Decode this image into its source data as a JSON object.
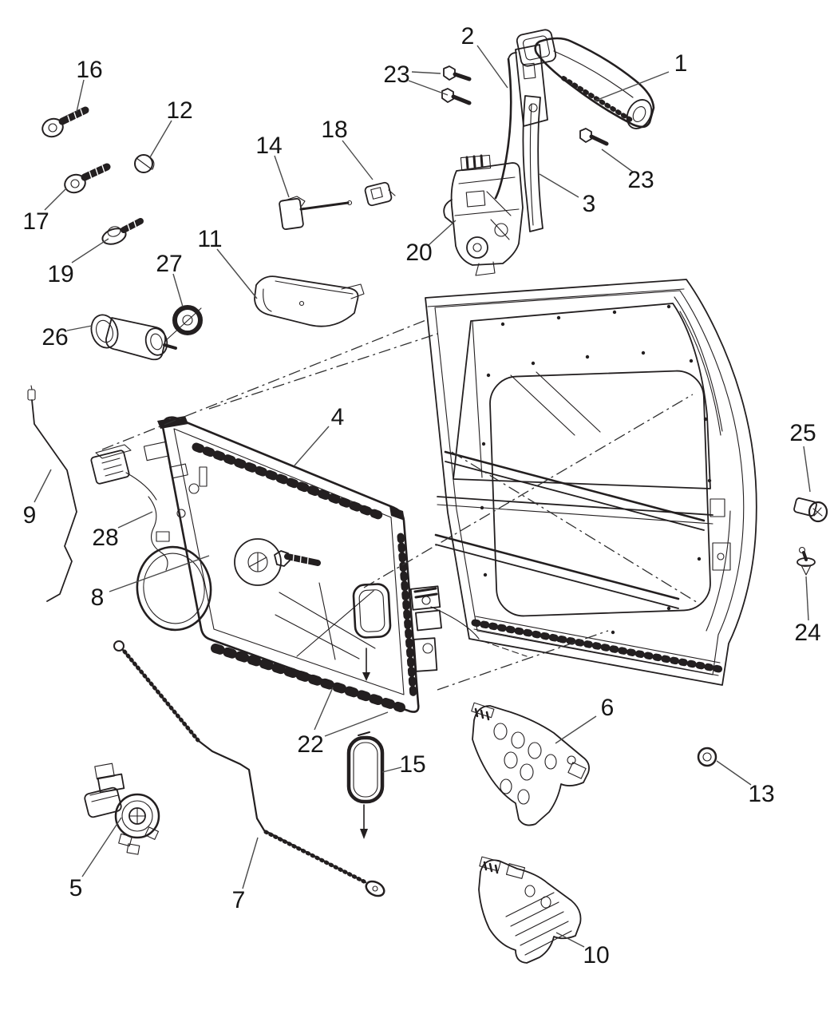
{
  "figure": {
    "type": "exploded-parts-diagram",
    "subject": "front-door-handle-latch-hardware",
    "background_color": "#ffffff",
    "line_color": "#231f20",
    "label_color": "#161616",
    "leader_color": "#4a4a4a"
  },
  "callouts": {
    "c1": "1",
    "c2": "2",
    "c3": "3",
    "c4": "4",
    "c5": "5",
    "c6": "6",
    "c7": "7",
    "c8": "8",
    "c9": "9",
    "c10": "10",
    "c11": "11",
    "c12": "12",
    "c13": "13",
    "c14": "14",
    "c15": "15",
    "c16": "16",
    "c17": "17",
    "c18": "18",
    "c19": "19",
    "c20": "20",
    "c22": "22",
    "c23": "23",
    "c24": "24",
    "c25": "25",
    "c26": "26",
    "c27": "27",
    "c28": "28"
  }
}
